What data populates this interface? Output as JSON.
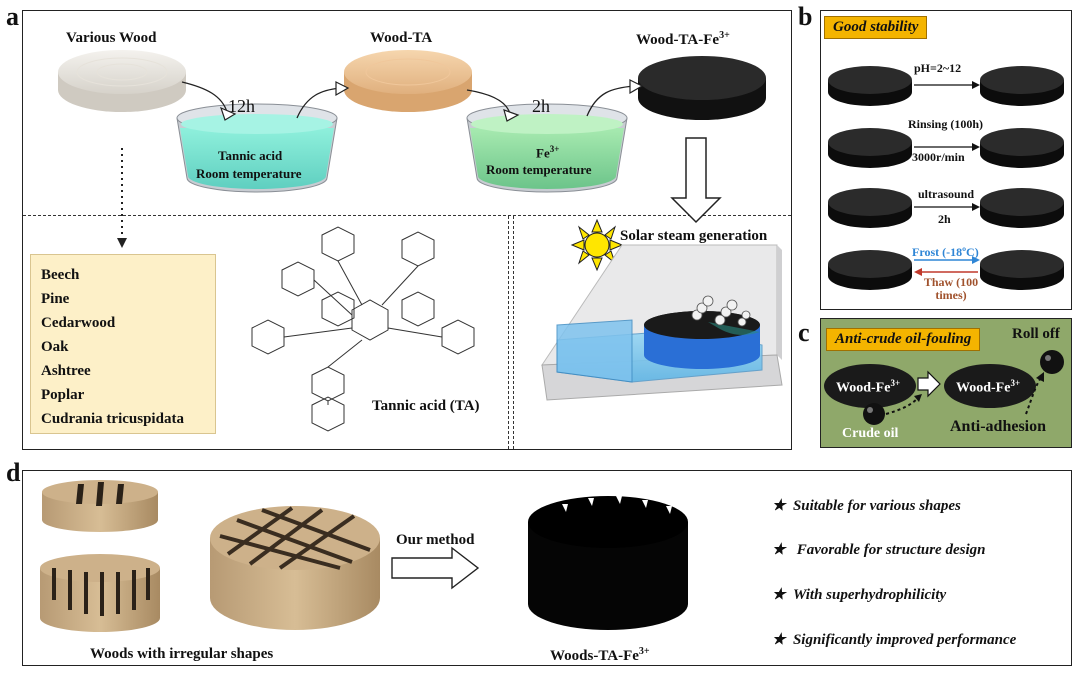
{
  "panels": {
    "a": "a",
    "b": "b",
    "c": "c",
    "d": "d"
  },
  "panel_a": {
    "various_wood": "Various Wood",
    "wood_ta": "Wood-TA",
    "wood_ta_fe_main": "Wood-TA-Fe",
    "fe_sup": "3+",
    "time1": "12h",
    "time2": "2h",
    "bath1_line1": "Tannic acid",
    "bath1_line2": "Room temperature",
    "bath2_fe": "Fe",
    "bath2_line2": "Room temperature",
    "wood_types": [
      "Beech",
      "Pine",
      "Cedarwood",
      "Oak",
      "Ashtree",
      "Poplar",
      "Cudrania tricuspidata"
    ],
    "ta_label": "Tannic acid (TA)",
    "solar_label": "Solar steam generation"
  },
  "panel_b": {
    "title": "Good stability",
    "rows": [
      {
        "top": "pH=2~12",
        "bottom": ""
      },
      {
        "top": "Rinsing (100h)",
        "bottom": "3000r/min"
      },
      {
        "top": "ultrasound",
        "bottom": "2h"
      },
      {
        "top": "Frost (-18ºC)",
        "bottom": "Thaw (100 times)"
      }
    ],
    "colors": {
      "frost": "#2f86d6",
      "thaw": "#c0392b",
      "thaw_text": "#a0522d"
    }
  },
  "panel_c": {
    "title": "Anti-crude oil-fouling",
    "roll_off": "Roll off",
    "wood_fe": "Wood-Fe",
    "crude_oil": "Crude oil",
    "anti_adhesion": "Anti-adhesion",
    "bg_color": "#8fa86a"
  },
  "panel_d": {
    "irregular_label": "Woods with irregular shapes",
    "method_label": "Our method",
    "result_label": "Woods-TA-Fe",
    "features": [
      "Suitable for various shapes",
      "Favorable for structure design",
      "With superhydrophilicity",
      "Significantly improved performance"
    ],
    "star": "★"
  }
}
